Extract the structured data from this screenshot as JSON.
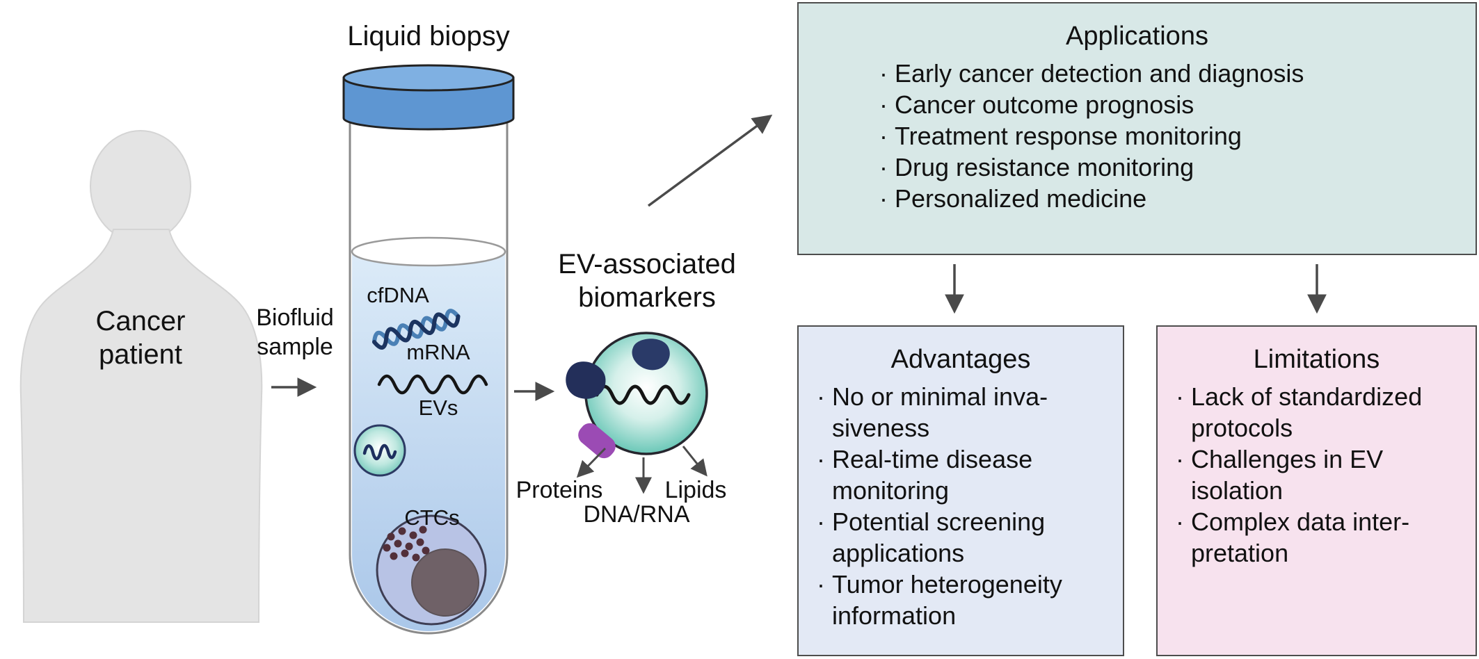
{
  "bullet": "·",
  "labels": {
    "patient": "Cancer\npatient",
    "biofluid": "Biofluid\nsample",
    "tube_title": "Liquid biopsy",
    "cfdna": "cfDNA",
    "mrna": "mRNA",
    "evs": "EVs",
    "ctcs": "CTCs",
    "ev_title": "EV-associated\nbiomarkers",
    "proteins": "Proteins",
    "dna_rna": "DNA/RNA",
    "lipids": "Lipids"
  },
  "applications": {
    "title": "Applications",
    "items": [
      "Early cancer detection and diagnosis",
      "Cancer outcome prognosis",
      "Treatment response monitoring",
      "Drug resistance monitoring",
      "Personalized medicine"
    ]
  },
  "advantages": {
    "title": "Advantages",
    "items": [
      "No or minimal inva-\nsiveness",
      "Real-time disease\nmonitoring",
      "Potential screening\napplications",
      "Tumor heterogeneity\ninformation"
    ]
  },
  "limitations": {
    "title": "Limitations",
    "items": [
      "Lack of standardized\nprotocols",
      "Challenges in EV\nisolation",
      "Complex data inter-\npretation"
    ]
  },
  "colors": {
    "applications_bg": "#d8e8e7",
    "advantages_bg": "#e3e9f5",
    "limitations_bg": "#f7e2ee",
    "arrow": "#4a4a4a",
    "cap_blue": "#5e96d2",
    "ev_teal": "#57c0ae",
    "navy": "#26335f",
    "purple": "#9b4bb4",
    "silhouette_gray": "#e4e4e4"
  }
}
